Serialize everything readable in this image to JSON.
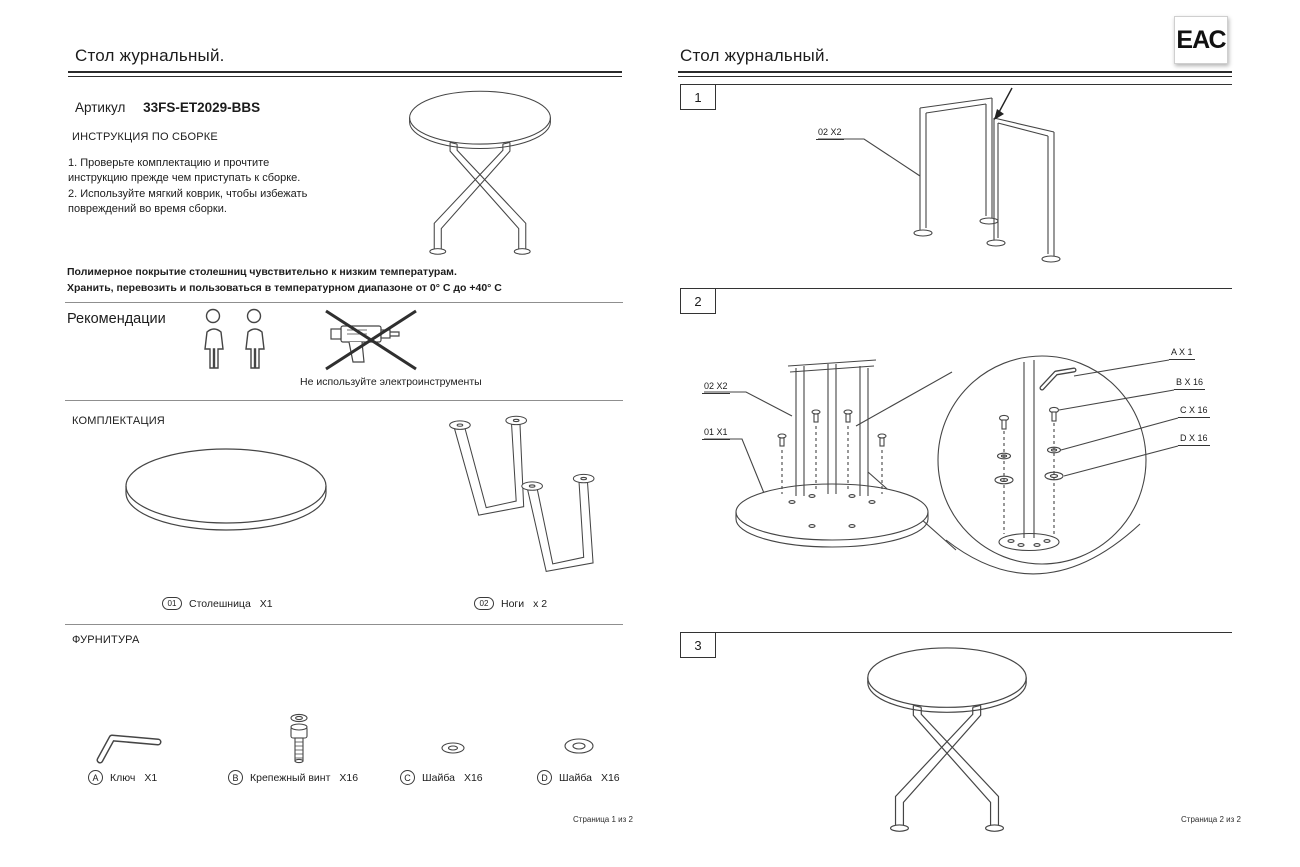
{
  "colors": {
    "ink": "#1c1c1c",
    "line": "#454545"
  },
  "left": {
    "title": "Стол журнальный.",
    "article_label": "Артикул",
    "article_value": "33FS-ET2029-BBS",
    "instructions_heading": "ИНСТРУКЦИЯ ПО СБОРКЕ",
    "instructions": [
      "1. Проверьте комплектацию и прочтите инструкцию прежде чем приступать к сборке.",
      "2. Используйте мягкий коврик, чтобы избежать повреждений во время сборки."
    ],
    "warning_line1": "Полимерное покрытие столешниц чувствительно к низким температурам.",
    "warning_line2": "Хранить, перевозить и пользоваться в температурном диапазоне от 0° С до +40° С",
    "recommendations_heading": "Рекомендации",
    "no_power_tools": "Не используйте электроинструменты",
    "components_heading": "КОМПЛЕКТАЦИЯ",
    "components": [
      {
        "num": "01",
        "label": "Столешница",
        "qty": "X1"
      },
      {
        "num": "02",
        "label": "Ноги",
        "qty": "х 2"
      }
    ],
    "hardware_heading": "ФУРНИТУРА",
    "hardware": [
      {
        "letter": "A",
        "label": "Ключ",
        "qty": "X1"
      },
      {
        "letter": "B",
        "label": "Крепежный винт",
        "qty": "X16"
      },
      {
        "letter": "C",
        "label": "Шайба",
        "qty": "X16"
      },
      {
        "letter": "D",
        "label": "Шайба",
        "qty": "X16"
      }
    ],
    "footer": "Страница 1 из 2"
  },
  "right": {
    "title": "Стол журнальный.",
    "eac_logo": "ЕАС",
    "steps": [
      {
        "num": "1",
        "labels": [
          "02 X2"
        ]
      },
      {
        "num": "2",
        "labels": [
          "02 X2",
          "01 X1"
        ],
        "detail_labels": [
          "A X 1",
          "B X 16",
          "C X 16",
          "D X 16"
        ]
      },
      {
        "num": "3"
      }
    ],
    "footer": "Страница 2 из 2"
  }
}
